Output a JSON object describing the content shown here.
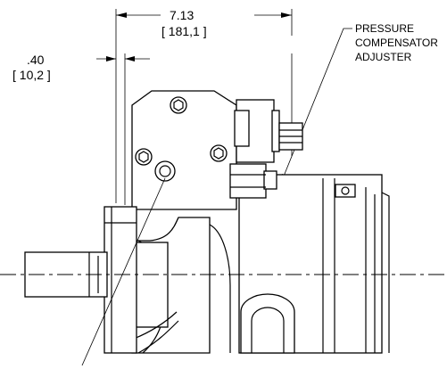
{
  "dimensions": {
    "overall_length": {
      "inch": "7.13",
      "mm": "[ 181,1   ]"
    },
    "shaft_offset": {
      "inch": ".40",
      "mm": "[ 10,2   ]"
    }
  },
  "callouts": {
    "pressure_compensator": [
      "PRESSURE",
      "COMPENSATOR",
      "ADJUSTER"
    ]
  }
}
